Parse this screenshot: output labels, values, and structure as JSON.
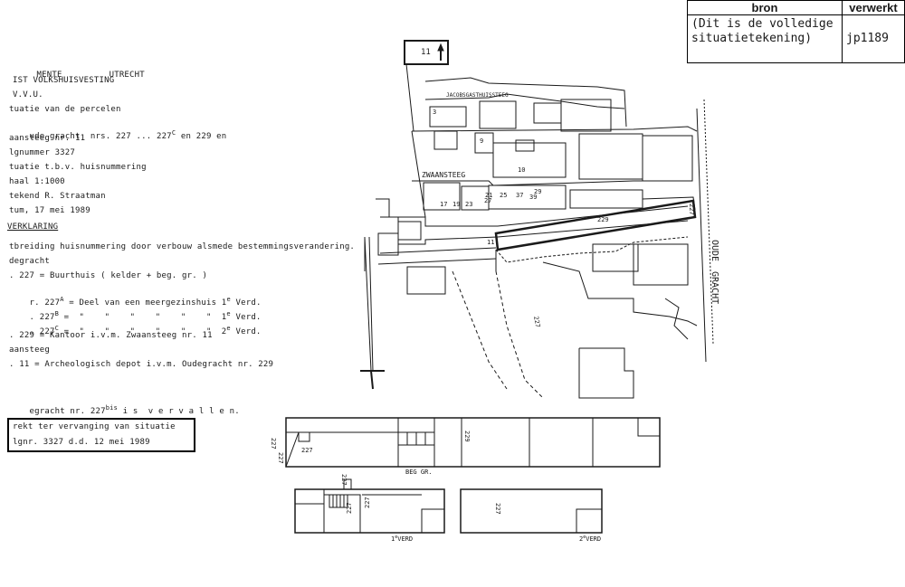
{
  "bron_table": {
    "header_bron": "bron",
    "header_verwerkt": "verwerkt",
    "bron_line1": "(Dit is de volledige",
    "bron_line2": "situatietekening)",
    "verwerkt_value": "jp1189"
  },
  "memo": {
    "l1a": "MENTE",
    "l1b": "UTRECHT",
    "l2": "IST VOLKSHUISVESTING",
    "l3": "V.V.U.",
    "l4": "tuatie van de percelen",
    "l5": "ude gracht  nrs. 227 ... 227",
    "l5_sup": "C",
    "l5_tail": " en 229 en",
    "l6": "aansteeg nr. 11",
    "l7": "lgnummer 3327",
    "l8": "tuatie t.b.v. huisnummering",
    "l9": "haal 1:1000",
    "l10": "tekend R. Straatman",
    "l11": "tum, 17 mei 1989",
    "heading": "VERKLARING",
    "e1": "tbreiding huisnummering door verbouw alsmede bestemmingsverandering.",
    "e2": "degracht",
    "e3": ". 227 = Buurthuis ( kelder + beg. gr. )",
    "e4a": "r. 227",
    "e4sup": "A",
    "e4b": "= Deel van een meergezinshuis 1",
    "e4sup2": "e",
    "e4c": " Verd.",
    "e5a": ". 227",
    "e5sup": "B",
    "e5b": "=  \"    \"    \"    \"    \"    \"  1",
    "e5sup2": "e",
    "e5c": " Verd.",
    "e6a": ". 227",
    "e6sup": "C",
    "e6b": "=  \"    \"    \"    \"    \"    \"  2",
    "e6sup2": "e",
    "e6c": " Verd.",
    "e7": ". 229 = Kantoor i.v.m. Zwaansteeg nr. 11",
    "e8": "aansteeg",
    "e9": ". 11 = Archeologisch depot i.v.m. Oudegracht nr. 229",
    "vervallen_a": "egracht nr. 227",
    "vervallen_sup": "bis",
    "vervallen_b": " i s  v e r v a l l e n.",
    "box_l1": "rekt ter vervanging van situatie",
    "box_l2": "lgnr. 3327 d.d. 12 mei 1989"
  },
  "map": {
    "north_label": "11",
    "street_zwaansteeg": "ZWAANSTEEG",
    "street_oude_gracht_1": "OUDE",
    "street_oude_gracht_2": "GRACHT",
    "street_top": "JACOBSGASTHUISSTEEG",
    "lbl_227c": "227",
    "lbl_11": "11",
    "lbl_229": "229",
    "lbl_227_main": "227",
    "lbl_3": "3",
    "lbl_10": "10",
    "lbl_17": "17",
    "lbl_19": "19",
    "lbl_23": "23",
    "lbl_27": "27",
    "lbl_29": "29",
    "lbl_21": "21",
    "lbl_25": "25",
    "lbl_37": "37",
    "lbl_39": "39",
    "lbl_9": "9"
  },
  "plans": {
    "beg_label": "BEG GR.",
    "verd1_label": "1",
    "verd1_sup": "e",
    "verd1_tail": "VERD",
    "verd2_label": "2",
    "verd2_sup": "e",
    "verd2_tail": "VERD",
    "side_227": "227",
    "side_227c": "227",
    "lbl_227": "227",
    "lbl_229": "229",
    "lbl_227a": "227",
    "lbl_227b": "227",
    "lbl_227cv": "227",
    "lbl_227_2": "227"
  }
}
